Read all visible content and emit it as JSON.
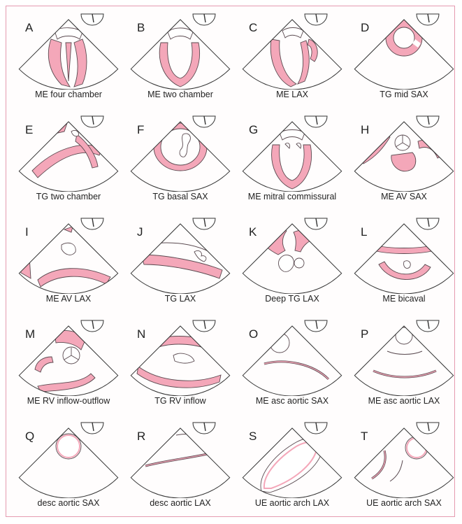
{
  "panels": [
    {
      "letter": "A",
      "caption": "ME four chamber"
    },
    {
      "letter": "B",
      "caption": "ME two chamber"
    },
    {
      "letter": "C",
      "caption": "ME LAX"
    },
    {
      "letter": "D",
      "caption": "TG mid SAX"
    },
    {
      "letter": "E",
      "caption": "TG two chamber"
    },
    {
      "letter": "F",
      "caption": "TG basal SAX"
    },
    {
      "letter": "G",
      "caption": "ME mitral commissural"
    },
    {
      "letter": "H",
      "caption": "ME AV SAX"
    },
    {
      "letter": "I",
      "caption": "ME AV LAX"
    },
    {
      "letter": "J",
      "caption": "TG LAX"
    },
    {
      "letter": "K",
      "caption": "Deep TG LAX"
    },
    {
      "letter": "L",
      "caption": "ME bicaval"
    },
    {
      "letter": "M",
      "caption": "ME RV inflow-outflow"
    },
    {
      "letter": "N",
      "caption": "TG RV inflow"
    },
    {
      "letter": "O",
      "caption": "ME asc aortic SAX"
    },
    {
      "letter": "P",
      "caption": "ME asc aortic LAX"
    },
    {
      "letter": "Q",
      "caption": "desc aortic SAX"
    },
    {
      "letter": "R",
      "caption": "desc aortic LAX"
    },
    {
      "letter": "S",
      "caption": "UE aortic arch LAX"
    },
    {
      "letter": "T",
      "caption": "UE aortic arch SAX"
    }
  ],
  "colors": {
    "tissue": "#f4a7b9",
    "outline": "#5a4a50",
    "frame": "#e59ab0"
  }
}
